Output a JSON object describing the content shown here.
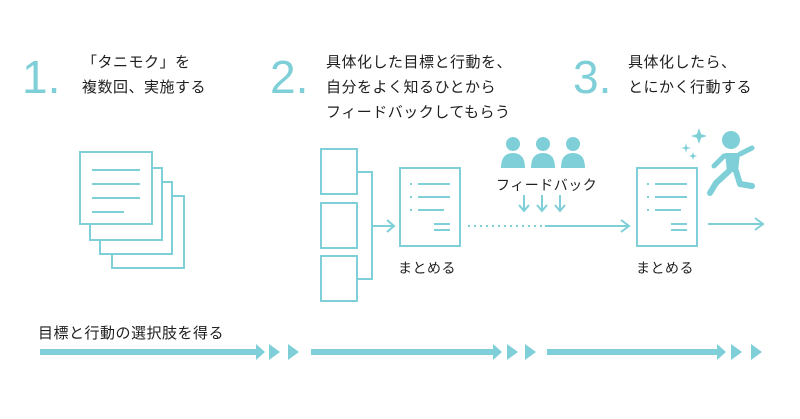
{
  "steps": [
    {
      "number": "1.",
      "lines": [
        "「タニモク」を",
        "複数回、実施する"
      ]
    },
    {
      "number": "2.",
      "lines": [
        "具体化した目標と行動を、",
        "自分をよく知るひとから",
        "フィードバックしてもらう"
      ]
    },
    {
      "number": "3.",
      "lines": [
        "具体化したら、",
        "とにかく行動する"
      ]
    }
  ],
  "labels": {
    "summary_1": "まとめる",
    "summary_2": "まとめる",
    "feedback": "フィードバック",
    "bottom": "目標と行動の選択肢を得る"
  },
  "colors": {
    "accent": "#7ecfd8",
    "text": "#1e1e1e"
  },
  "icons": [
    "document-stack-icon",
    "group-people-icon",
    "running-person-icon",
    "sparkle-icon"
  ]
}
